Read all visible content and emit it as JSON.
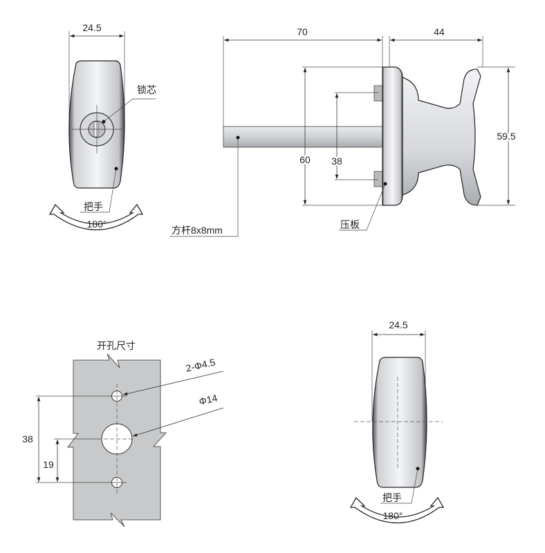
{
  "top_front_view": {
    "width_dim": "24.5",
    "lock_core_label": "锁芯",
    "handle_label": "把手",
    "rotation_label": "180°"
  },
  "side_view": {
    "rod_length_dim": "70",
    "handle_length_dim": "44",
    "handle_height_dim": "59.5",
    "plate_height_dim": "60",
    "screw_spacing_dim": "38",
    "plate_label": "压板",
    "rod_label": "方杆8x8mm"
  },
  "cutout": {
    "title": "开孔尺寸",
    "small_holes_label": "2-Φ4.5",
    "big_hole_label": "Φ14",
    "hole_spacing_dim": "38",
    "half_spacing_dim": "19"
  },
  "bottom_front_view": {
    "width_dim": "24.5",
    "handle_label": "把手",
    "rotation_label": "180°"
  },
  "colors": {
    "metal_light": "#e4e6ea",
    "metal_dark": "#8a8d92",
    "panel": "#c8c9cb"
  }
}
